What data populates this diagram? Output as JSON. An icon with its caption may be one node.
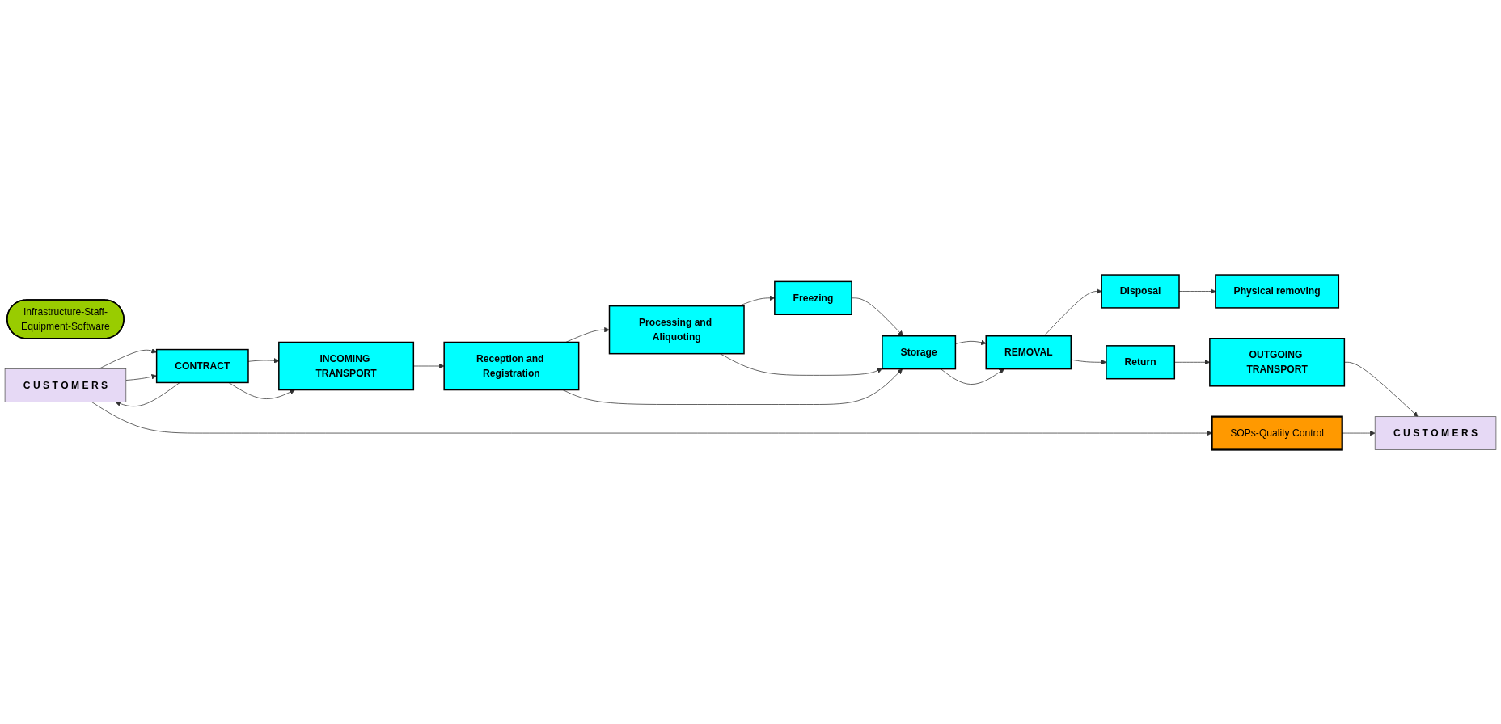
{
  "diagram": {
    "nodes": [
      {
        "text": [
          "Infrastructure-Staff-Equipment-Software"
        ]
      },
      {
        "text": [
          "C U S T O M E R S"
        ]
      },
      {
        "text": [
          "CONTRACT"
        ]
      },
      {
        "text": [
          "INCOMING TRANSPORT"
        ]
      },
      {
        "text": [
          "Freezing"
        ]
      },
      {
        "text": [
          "Processing and Aliquoting"
        ]
      },
      {
        "text": [
          "Reception and Registration"
        ]
      },
      {
        "text": [
          "Storage"
        ]
      },
      {
        "text": [
          "REMOVAL"
        ]
      },
      {
        "text": [
          "Disposal"
        ]
      },
      {
        "text": [
          "Physical removing"
        ]
      },
      {
        "text": [
          "Return"
        ]
      },
      {
        "text": [
          "OUTGOING TRANSPORT"
        ]
      },
      {
        "text": [
          "C U S T O M E R S"
        ]
      },
      {
        "text": [
          "SOPs-Quality Control"
        ]
      }
    ],
    "edges": [
      {
        "from": 1,
        "to": 2,
        "arrow": "to"
      },
      {
        "from": 1,
        "to": 2,
        "arrow": "to"
      },
      {
        "from": 2,
        "to": 1,
        "arrow": "to"
      },
      {
        "from": 2,
        "to": 3,
        "arrow": "to"
      },
      {
        "from": 2,
        "to": 3,
        "arrow": "to"
      },
      {
        "from": 3,
        "to": 6,
        "arrow": "to"
      },
      {
        "from": 6,
        "to": 5,
        "arrow": "to"
      },
      {
        "from": 5,
        "to": 4,
        "arrow": "to"
      },
      {
        "from": 4,
        "to": 7,
        "arrow": "to"
      },
      {
        "from": 5,
        "to": 7,
        "arrow": "to"
      },
      {
        "from": 6,
        "to": 7,
        "arrow": "to"
      },
      {
        "from": 7,
        "to": 8,
        "arrow": "to"
      },
      {
        "from": 7,
        "to": 8,
        "arrow": "to"
      },
      {
        "from": 8,
        "to": 9,
        "arrow": "to"
      },
      {
        "from": 8,
        "to": 11,
        "arrow": "to"
      },
      {
        "from": 9,
        "to": 10,
        "arrow": "to"
      },
      {
        "from": 11,
        "to": 12,
        "arrow": "to"
      },
      {
        "from": 12,
        "to": 13,
        "arrow": "to"
      },
      {
        "from": 1,
        "to": 14,
        "arrow": "to"
      },
      {
        "from": 14,
        "to": 13,
        "arrow": "to"
      }
    ]
  }
}
